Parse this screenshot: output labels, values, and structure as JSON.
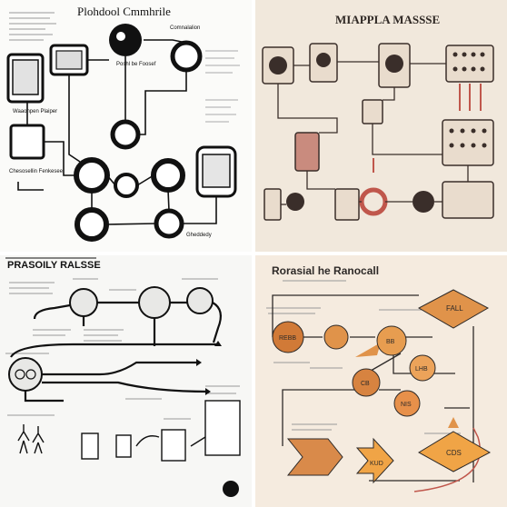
{
  "panels": {
    "tl": {
      "title": "Plohdool Cmmhrile",
      "center_label": "Poshl be Foosef",
      "top_right_label": "Comnalalion",
      "left_label_a": "Waaonpen Plaiper",
      "left_label_b": "Chesosellin Fenkesee",
      "bottom_right_label": "Gheddedy"
    },
    "tr": {
      "title": "MIAPPLA MASSSE",
      "stroke": "#3a2e2a",
      "accent": "#c0574c"
    },
    "bl": {
      "title": "PRASOILY RALSSE"
    },
    "br": {
      "title": "Rorasial he Ranocall",
      "circle_labels": [
        "REBB",
        "BB",
        "CB",
        "LHB"
      ],
      "diamond_labels": [
        "FALL",
        "CDS"
      ],
      "node_mid_label": "NIS",
      "arrow_label": "KUD",
      "accent": "#e0934a",
      "stroke": "#2e2a28"
    }
  }
}
